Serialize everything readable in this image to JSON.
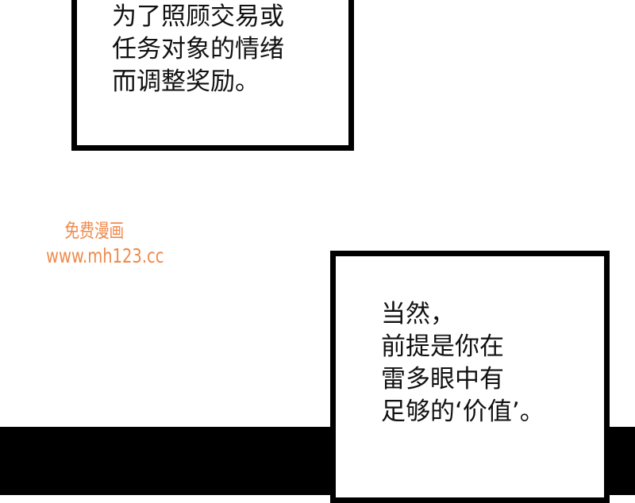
{
  "panel_top": {
    "lines": [
      "为了照顾交易或",
      "任务对象的情绪",
      "而调整奖励。"
    ]
  },
  "panel_bottom": {
    "lines": [
      "当然，",
      "前提是你在",
      "雷多眼中有",
      "足够的‘价值’。"
    ]
  },
  "watermark": {
    "title": "免费漫画",
    "url": "www.mh123.cc",
    "color": "#f08a4c"
  }
}
